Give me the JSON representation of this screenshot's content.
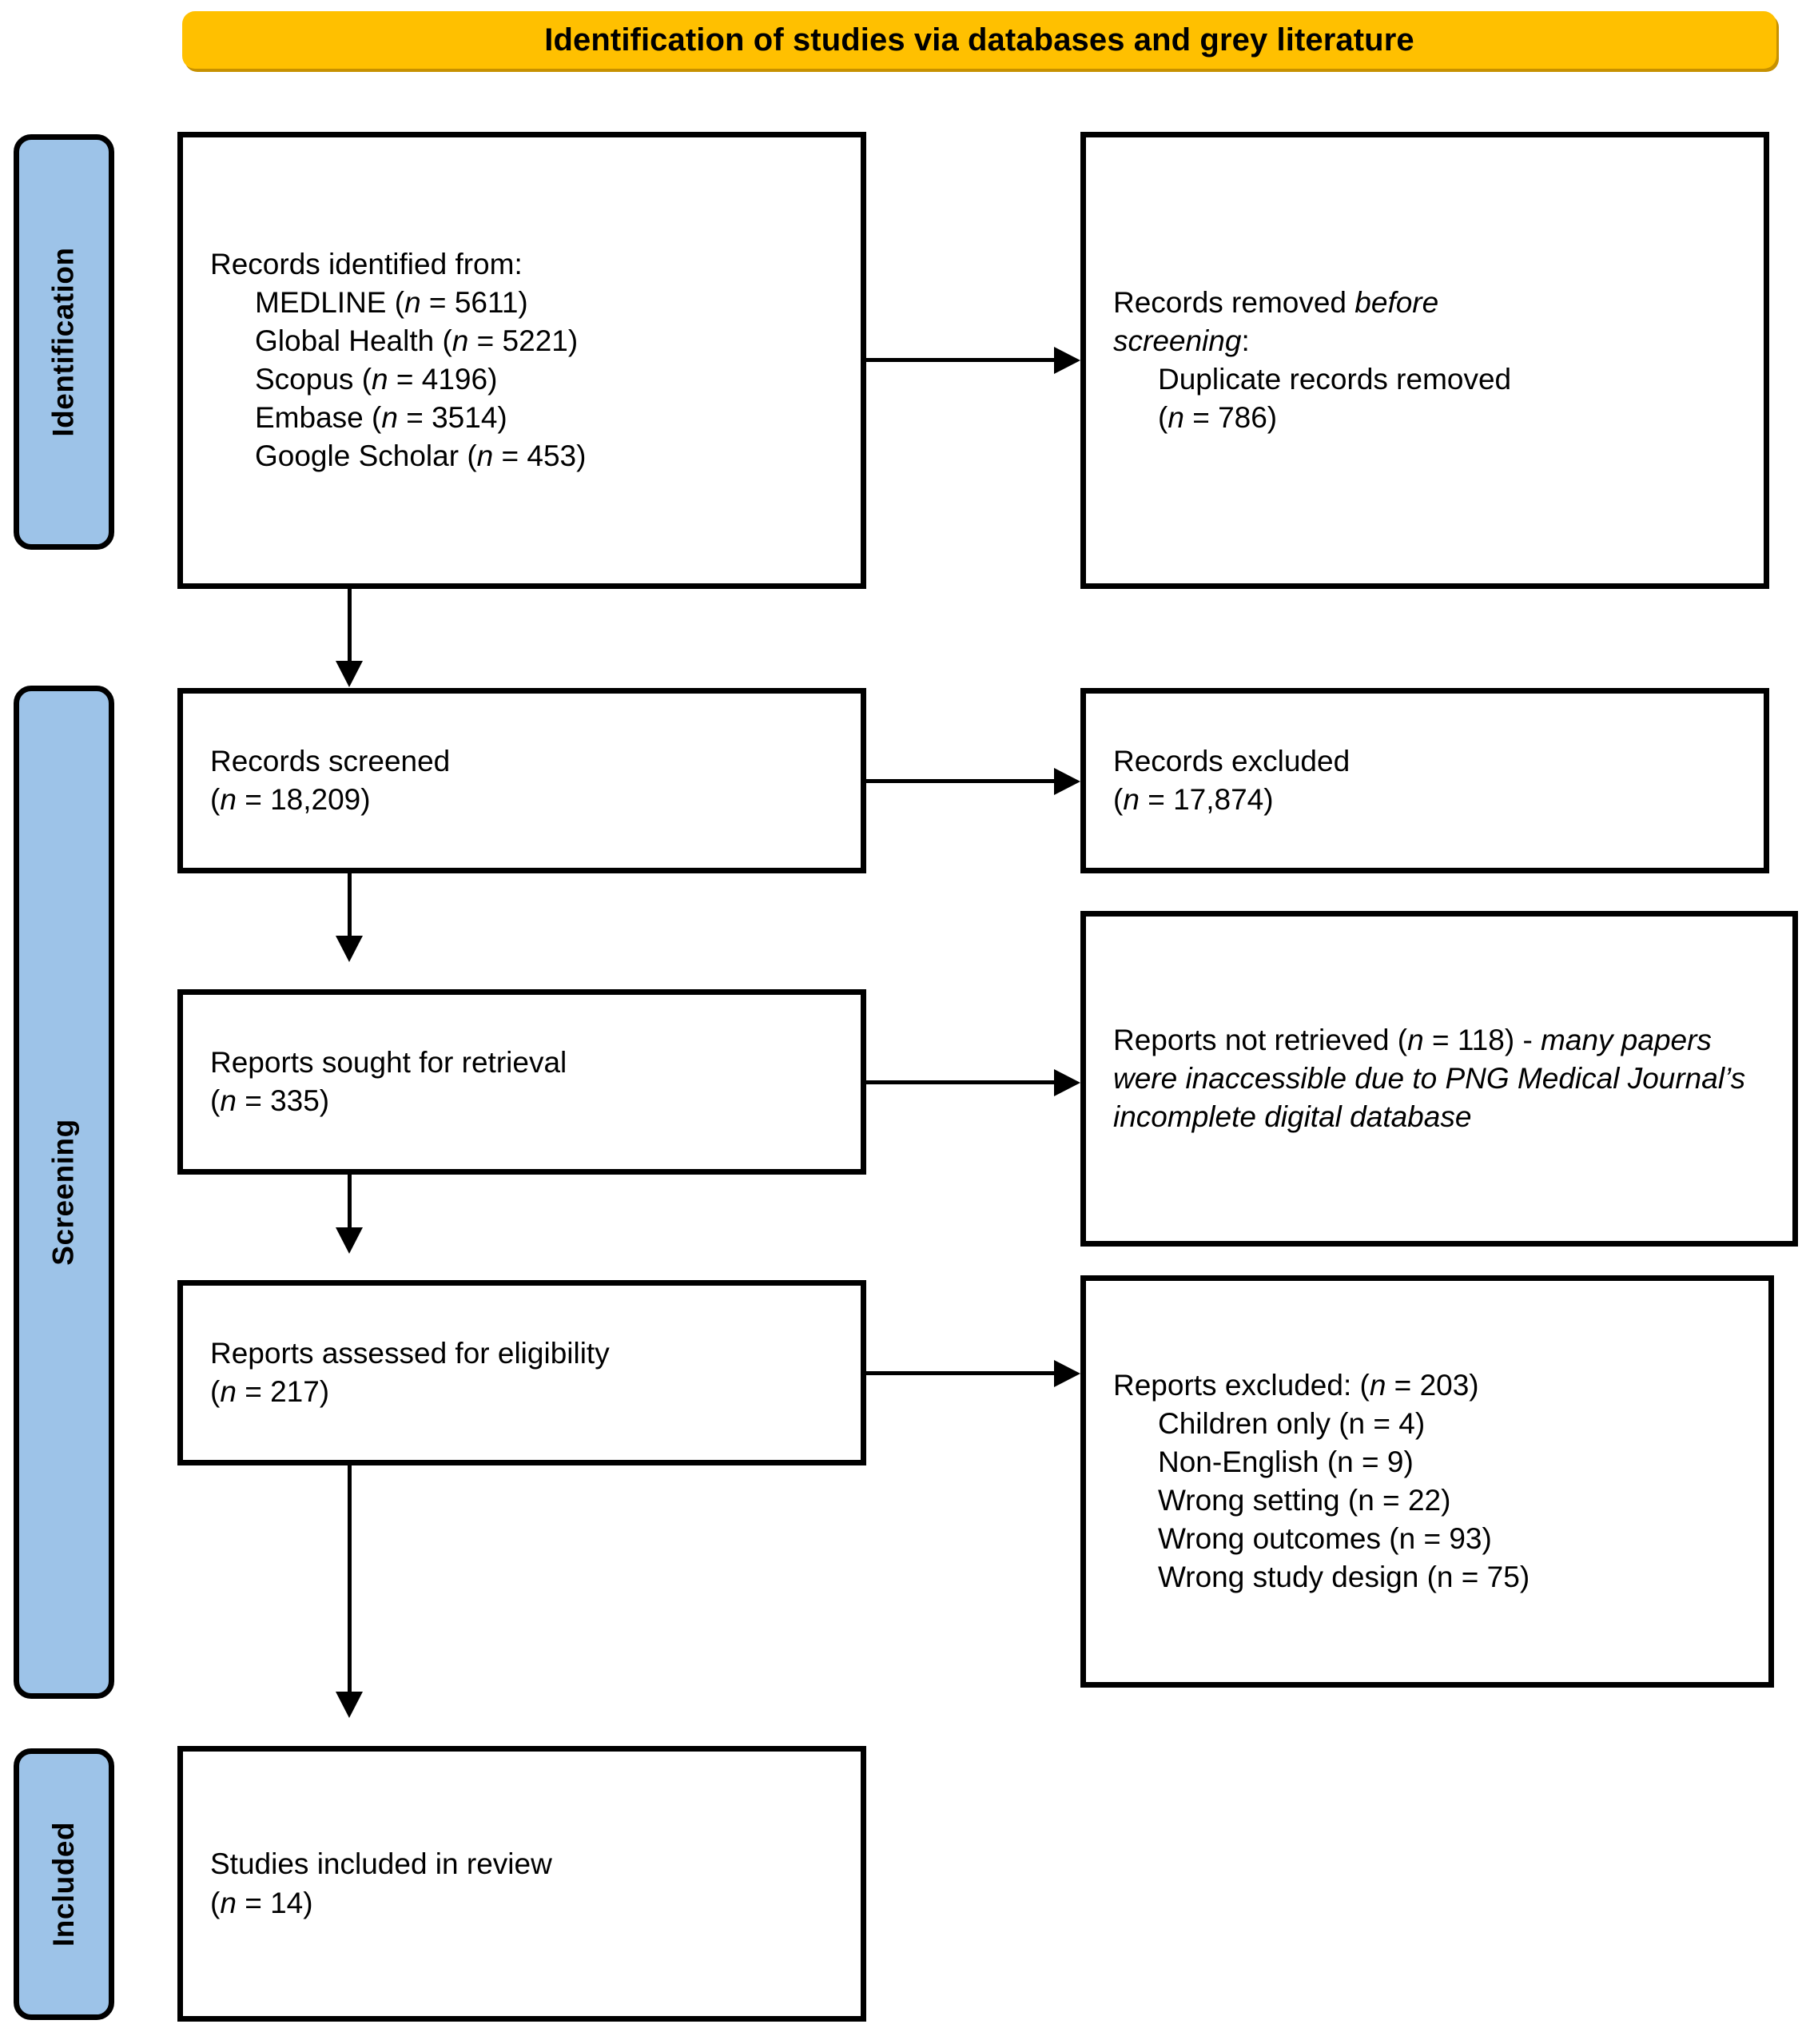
{
  "header": {
    "title": "Identification of studies via databases and grey literature",
    "background_color": "#FFC000"
  },
  "stages": {
    "identification": "Identification",
    "screening": "Screening",
    "included": "Included",
    "tab_color": "#9DC3E8"
  },
  "boxes": {
    "identified": {
      "title": "Records identified from:",
      "sources": [
        {
          "name": "MEDLINE",
          "n_label": "n",
          "n_value": "5611",
          "text": "MEDLINE (n = 5611)"
        },
        {
          "name": "Global Health",
          "n_label": "n",
          "n_value": "5221",
          "text": "Global Health (n = 5221)"
        },
        {
          "name": "Scopus",
          "n_label": "n",
          "n_value": "4196",
          "text": "Scopus (n = 4196)"
        },
        {
          "name": "Embase",
          "n_label": "n",
          "n_value": "3514",
          "text": "Embase (n = 3514)"
        },
        {
          "name": "Google Scholar",
          "n_label": "n",
          "n_value": "453",
          "text": "Google Scholar (n = 453)"
        }
      ]
    },
    "removed": {
      "line1_plain": "Records removed ",
      "line1_italic": "before",
      "line2_italic": "screening",
      "line2_colon": ":",
      "detail": "Duplicate records removed",
      "count": "= 786)",
      "n_value": "786"
    },
    "screened": {
      "title": "Records screened",
      "count": "= 18,209)",
      "n_value": "18,209"
    },
    "excluded_records": {
      "title": "Records excluded",
      "count": "= 17,874)",
      "n_value": "17,874"
    },
    "sought": {
      "title": "Reports sought for retrieval",
      "count": "= 335)",
      "n_value": "335"
    },
    "not_retrieved": {
      "lead_plain": "Reports not retrieved (",
      "lead_n": "n",
      "lead_tail": " = 118) -",
      "n_value": "118",
      "reason": "many papers were inaccessible due to PNG Medical Journal’s incomplete digital database"
    },
    "assessed": {
      "title": "Reports assessed for eligibility",
      "count": "= 217)",
      "n_value": "217"
    },
    "excluded_reports": {
      "lead_plain": "Reports excluded: (",
      "lead_n": "n",
      "lead_tail": " = 203)",
      "n_value": "203",
      "reasons": [
        {
          "label": "Children only",
          "n_value": "4",
          "text": "Children only (n = 4)"
        },
        {
          "label": "Non-English",
          "n_value": "9",
          "text": "Non-English (n = 9)"
        },
        {
          "label": "Wrong setting",
          "n_value": "22",
          "text": "Wrong setting (n = 22)"
        },
        {
          "label": "Wrong outcomes",
          "n_value": "93",
          "text": "Wrong outcomes (n = 93)"
        },
        {
          "label": "Wrong study design",
          "n_value": "75",
          "text": "Wrong study design (n = 75)"
        }
      ]
    },
    "included": {
      "title": "Studies included in review",
      "count": "= 14)",
      "n_value": "14"
    }
  },
  "common": {
    "n_italic": "n",
    "open_paren": "(",
    "equals": "="
  }
}
